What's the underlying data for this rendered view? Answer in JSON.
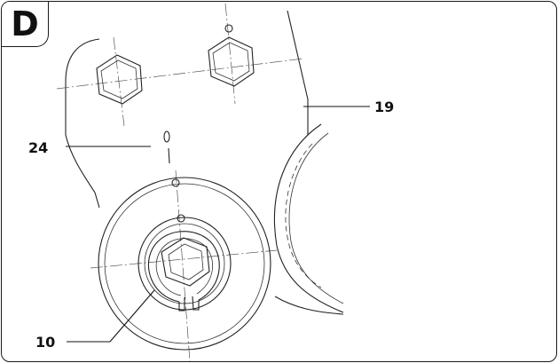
{
  "figure": {
    "panel_letter": "D",
    "callouts": [
      {
        "id": "19",
        "label": "19"
      },
      {
        "id": "24",
        "label": "24"
      },
      {
        "id": "10",
        "label": "10"
      }
    ]
  }
}
